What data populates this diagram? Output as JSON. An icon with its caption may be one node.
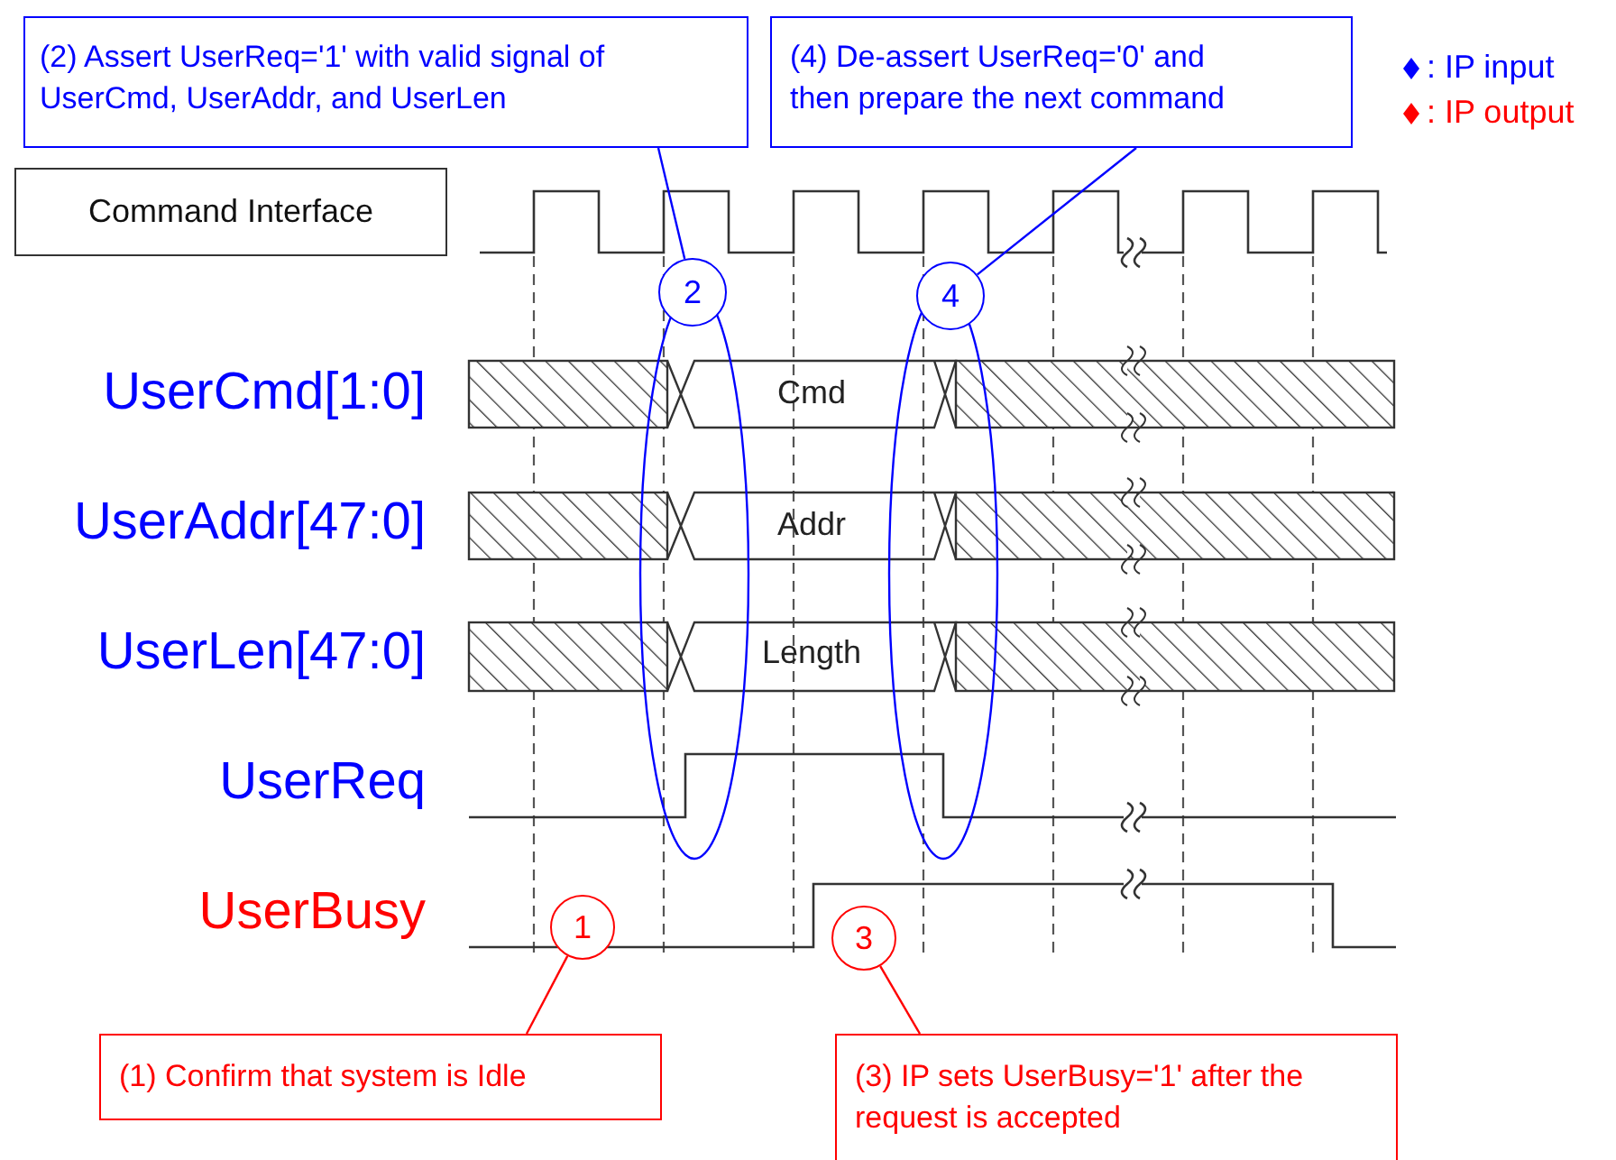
{
  "diagram": {
    "nodes": [
      {
        "text": [
          "(2) Assert UserReq='1' with valid signal of UserCmd, UserAddr, and UserLen"
        ]
      },
      {
        "text": [
          "(4) De-assert UserReq='0' and then prepare the next command"
        ]
      },
      {
        "text": [
          "Command Interface"
        ]
      },
      {
        "text": [
          "2"
        ]
      },
      {
        "text": [
          "4"
        ]
      },
      {
        "text": [
          "1"
        ]
      },
      {
        "text": [
          "3"
        ]
      },
      {
        "text": [
          "(1) Confirm that system is Idle"
        ]
      },
      {
        "text": [
          "(3) IP sets UserBusy='1' after the request is accepted"
        ]
      }
    ],
    "edges": [
      {
        "from": 0,
        "to": 3,
        "arrow": "none",
        "color": "#0000ff"
      },
      {
        "from": 1,
        "to": 4,
        "arrow": "none",
        "color": "#0000ff"
      },
      {
        "from": 7,
        "to": 5,
        "arrow": "none",
        "color": "#ff0000"
      },
      {
        "from": 8,
        "to": 6,
        "arrow": "none",
        "color": "#ff0000"
      }
    ],
    "labels": [
      "UserCmd[1:0]",
      "UserAddr[47:0]",
      "UserLen[47:0]",
      "UserReq",
      "UserBusy",
      "Cmd",
      "Addr",
      "Length"
    ],
    "legend": [
      {
        "text": ": IP input",
        "color": "#0000ff"
      },
      {
        "text": ": IP output",
        "color": "#ff0000"
      }
    ]
  }
}
